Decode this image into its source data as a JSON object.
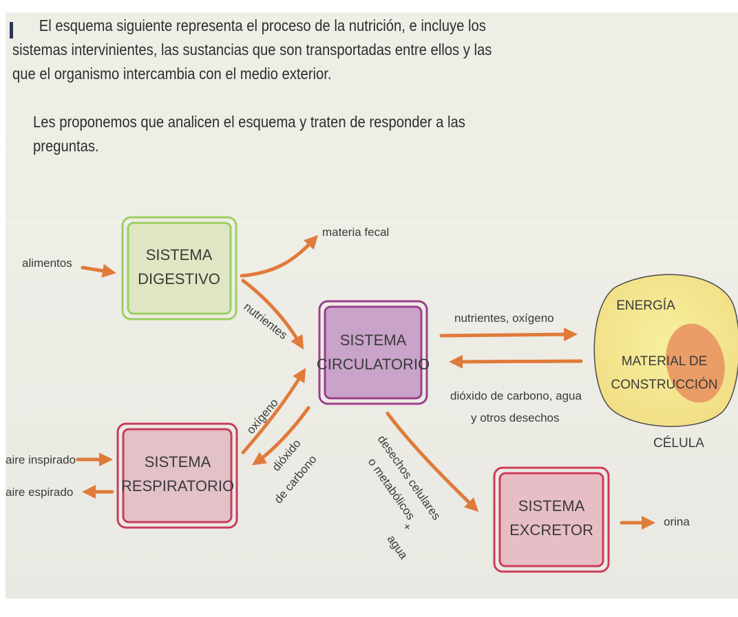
{
  "intro": {
    "paragraph1": "El esquema siguiente representa el proceso de la nutrición, e incluye los sistemas intervinientes, las sustancias que son transportadas entre ellos y las que el organismo intercambia con el medio exterior.",
    "paragraph2": "Les proponemos que analicen el esquema y traten de responder a las preguntas."
  },
  "systems": {
    "digestivo": [
      "SISTEMA",
      "DIGESTIVO"
    ],
    "circulatorio": [
      "SISTEMA",
      "CIRCULATORIO"
    ],
    "respiratorio": [
      "SISTEMA",
      "RESPIRATORIO"
    ],
    "excretor": [
      "SISTEMA",
      "EXCRETOR"
    ]
  },
  "cell": {
    "energia": "ENERGÍA",
    "material": [
      "MATERIAL DE",
      "CONSTRUCCIÓN"
    ],
    "label": "CÉLULA"
  },
  "flows": {
    "alimentos": "alimentos",
    "materia_fecal": "materia fecal",
    "nutrientes": "nutrientes",
    "nutrientes_oxigeno": "nutrientes, oxígeno",
    "dioxido_agua": [
      "dióxido de carbono, agua",
      "y otros desechos"
    ],
    "oxigeno": "oxígeno",
    "dioxido_carbono": [
      "dióxido",
      "de carbono"
    ],
    "aire_inspirado": "aire inspirado",
    "aire_espirado": "aire espirado",
    "desechos": [
      "desechos celulares",
      "o metabólicos",
      "+",
      "agua"
    ],
    "orina": "orina"
  },
  "colors": {
    "arrow": "#e07a3a",
    "digestivo_border": "#9bcf5f",
    "digestivo_fill": "#dfe6c3",
    "circulatorio_border": "#9a3f8c",
    "circulatorio_fill": "#c9a3c9",
    "respiratorio_border": "#c93b5c",
    "respiratorio_fill": "#e2c1c9",
    "excretor_border": "#cf3a58",
    "excretor_fill": "#e7bec6",
    "cell_outer": "#f1de85",
    "cell_inner": "#e88f5e"
  }
}
